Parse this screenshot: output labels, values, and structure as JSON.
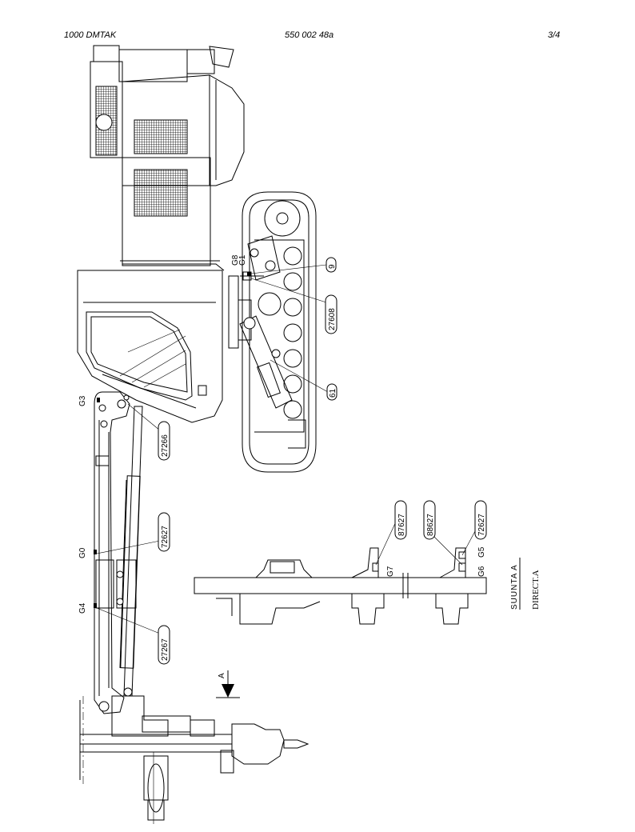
{
  "header": {
    "left": "1000   DMTAK",
    "center": "550 002 48a",
    "right": "3/4"
  },
  "view_marker": "A",
  "grease_points": {
    "g8": "G8",
    "g1": "G1",
    "g3": "G3",
    "g0": "G0",
    "g4": "G4",
    "g7": "G7",
    "g6": "G6",
    "g5": "G5"
  },
  "callouts": {
    "c9": "9",
    "c27608": "27608",
    "c61": "61",
    "c27266": "27266",
    "c72627a": "72627",
    "c27267": "27267",
    "c87627": "87627",
    "c88627": "88627",
    "c72627b": "72627"
  },
  "view_title": "SUUNTA A",
  "view_title_2": "DIRECT.A"
}
